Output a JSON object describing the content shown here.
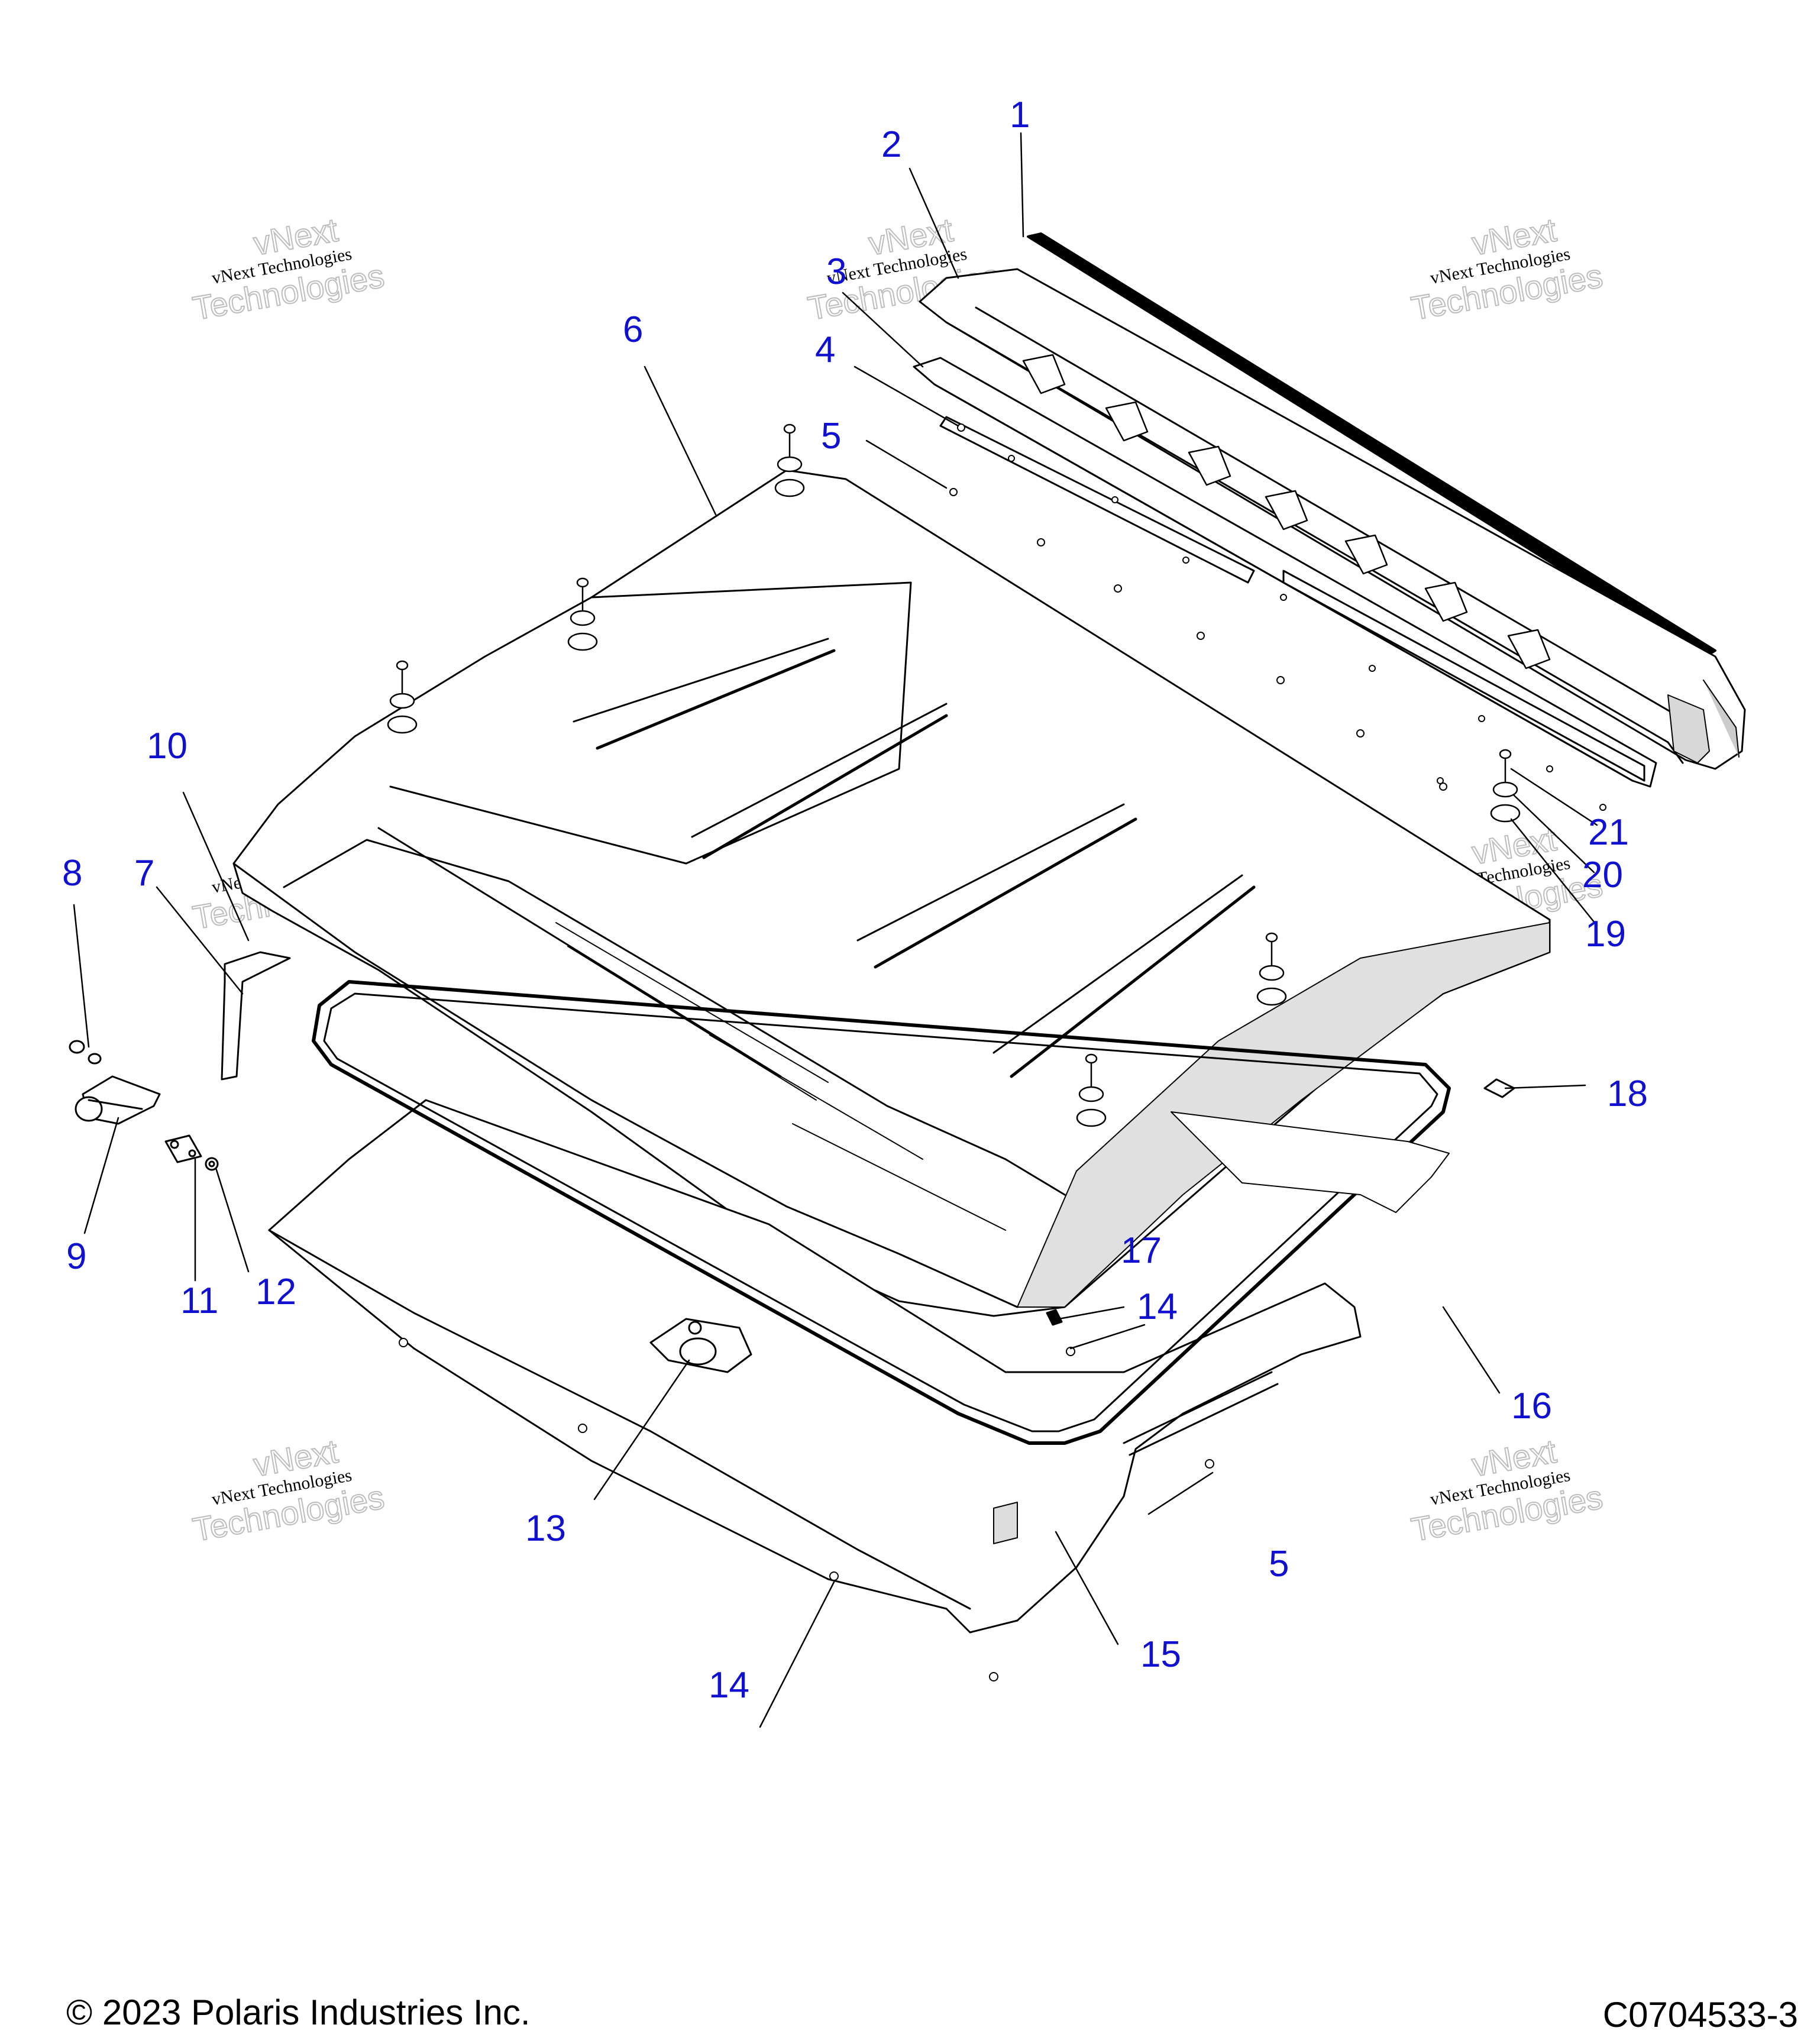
{
  "callouts": {
    "c1": "1",
    "c2": "2",
    "c3": "3",
    "c4": "4",
    "c5a": "5",
    "c5b": "5",
    "c6": "6",
    "c7": "7",
    "c8": "8",
    "c9": "9",
    "c10": "10",
    "c11": "11",
    "c12": "12",
    "c13": "13",
    "c14a": "14",
    "c14b": "14",
    "c15": "15",
    "c16": "16",
    "c17": "17",
    "c18": "18",
    "c19": "19",
    "c20": "20",
    "c21": "21"
  },
  "watermark": {
    "line_a": "vNext Technologies",
    "line_b1": "vNext",
    "line_b2": "Technologies"
  },
  "footer": {
    "copyright": "© 2023 Polaris Industries Inc.",
    "drawing_code": "C0704533-3"
  },
  "colors": {
    "callout": "#1010d0",
    "line_art": "#000000",
    "watermark_outline": "#bdbdbd"
  }
}
